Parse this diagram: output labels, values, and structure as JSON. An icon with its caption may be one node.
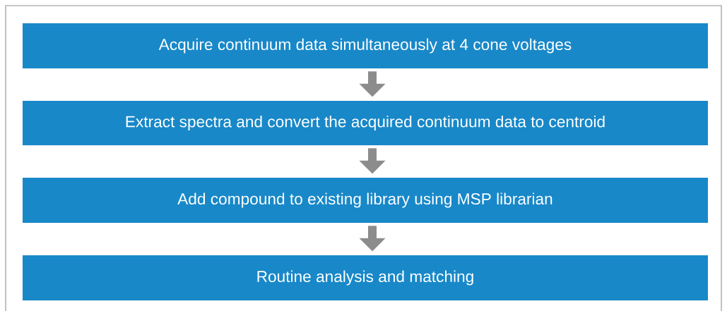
{
  "diagram": {
    "nodes": [
      {
        "text": [
          "Acquire continuum data simultaneously at 4 cone voltages"
        ]
      },
      {
        "text": [
          "Extract spectra and convert the acquired continuum data to centroid"
        ]
      },
      {
        "text": [
          "Add compound to existing library using MSP librarian"
        ]
      },
      {
        "text": [
          "Routine analysis and matching"
        ]
      }
    ],
    "edges": [
      {
        "from": 0,
        "to": 1,
        "arrow": "to"
      },
      {
        "from": 1,
        "to": 2,
        "arrow": "to"
      },
      {
        "from": 2,
        "to": 3,
        "arrow": "to"
      }
    ]
  }
}
